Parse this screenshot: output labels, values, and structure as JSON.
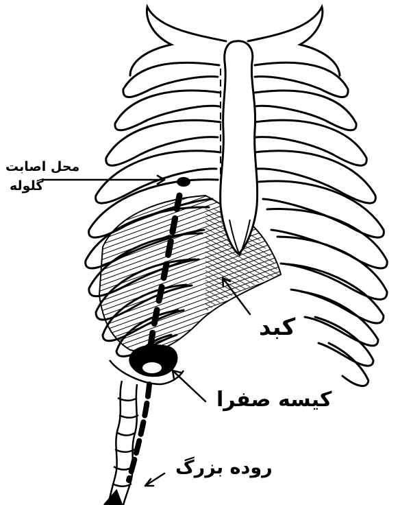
{
  "labels": {
    "bullet_entry_line1": "محل اصابت",
    "bullet_entry_line2": "گلوله",
    "liver": "کبد",
    "gallbladder": "کیسه صفرا",
    "large_intestine": "روده بزرگ"
  },
  "colors": {
    "ink": "#000000",
    "paper": "#ffffff"
  }
}
